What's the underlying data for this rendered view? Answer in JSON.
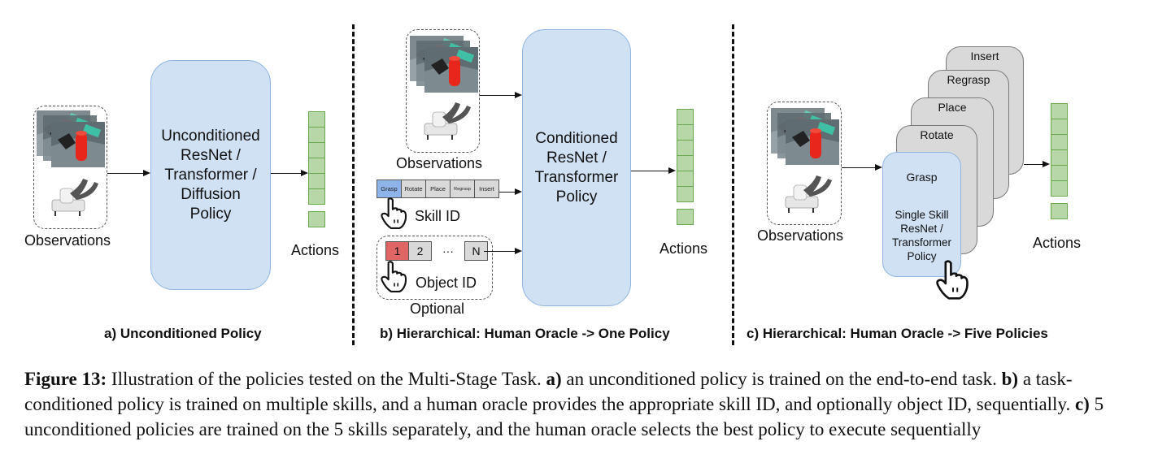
{
  "panels": {
    "a": {
      "title": "a) Unconditioned Policy",
      "observations_label": "Observations",
      "policy_lines": [
        "Unconditioned",
        "ResNet /",
        "Transformer /",
        "Diffusion",
        "Policy"
      ],
      "actions_label": "Actions"
    },
    "b": {
      "title": "b) Hierarchical: Human Oracle -> One Policy",
      "observations_label": "Observations",
      "skills": [
        "Grasp",
        "Rotate",
        "Place",
        "Regrasp",
        "Insert"
      ],
      "selected_skill": "Grasp",
      "skill_id_label": "Skill ID",
      "object_ids": [
        "1",
        "2",
        "···",
        "N"
      ],
      "selected_object": "1",
      "object_id_label": "Object ID",
      "optional_label": "Optional",
      "policy_lines": [
        "Conditioned",
        "ResNet /",
        "Transformer",
        "Policy"
      ],
      "actions_label": "Actions"
    },
    "c": {
      "title": "c) Hierarchical: Human Oracle -> Five Policies",
      "observations_label": "Observations",
      "stack": [
        "Insert",
        "Regrasp",
        "Place",
        "Rotate"
      ],
      "front_card_title": "Grasp",
      "front_card_lines": [
        "Single Skill",
        "ResNet /",
        "Transformer",
        "Policy"
      ],
      "actions_label": "Actions"
    }
  },
  "colors": {
    "policy_blue": "#cfe1f3",
    "action_green": "#b7d7a8",
    "selected_skill_blue": "#8fb4ea",
    "selected_object_red": "#e06666",
    "card_grey": "#d9d9d9"
  },
  "caption": {
    "label": "Figure 13:",
    "intro": " Illustration of the policies tested on the Multi-Stage Task. ",
    "a_tag": "a)",
    "a_text": " an unconditioned policy is trained on the end-to-end task. ",
    "b_tag": "b)",
    "b_text": " a task-conditioned policy is trained on multiple skills, and a human oracle provides the appropriate skill ID, and optionally object ID, sequentially. ",
    "c_tag": "c)",
    "c_text": " 5 unconditioned policies are trained on the 5 skills separately, and the human oracle selects the best policy to execute sequentially"
  }
}
